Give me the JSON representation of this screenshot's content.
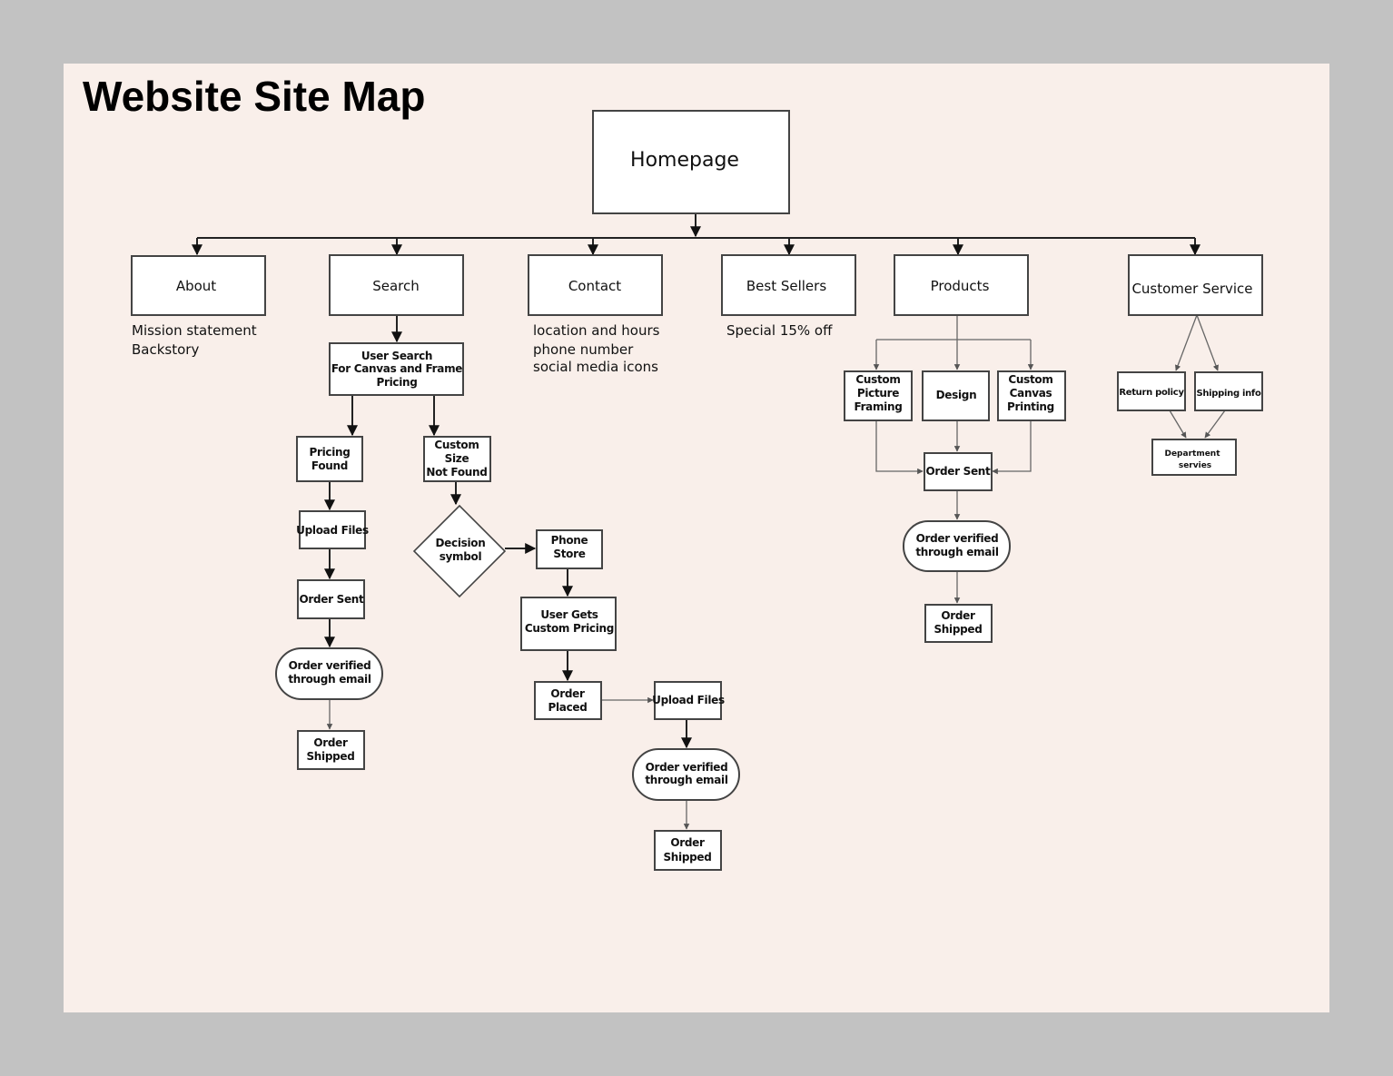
{
  "title": "Website Site Map",
  "homepage": "Homepage",
  "sections": {
    "about": {
      "label": "About",
      "notes": [
        "Mission statement",
        "Backstory"
      ]
    },
    "search": {
      "label": "Search"
    },
    "contact": {
      "label": "Contact",
      "notes": [
        "location and hours",
        "phone number",
        "social media icons"
      ]
    },
    "best_sellers": {
      "label": "Best Sellers",
      "notes": [
        "Special 15% off"
      ]
    },
    "products": {
      "label": "Products"
    },
    "customer_service": {
      "label": "Customer Service"
    }
  },
  "search_flow": {
    "user_search": [
      "User Search",
      "For Canvas and Frame",
      "Pricing"
    ],
    "pricing_found": [
      "Pricing",
      "Found"
    ],
    "upload_files": "Upload Files",
    "order_sent": "Order Sent",
    "order_verified": [
      "Order verified",
      "through email"
    ],
    "order_shipped": [
      "Order",
      "Shipped"
    ],
    "custom_size": [
      "Custom",
      "Size",
      "Not Found"
    ],
    "decision": [
      "Decision",
      "symbol"
    ],
    "phone_store": [
      "Phone",
      "Store"
    ],
    "user_gets_pricing": [
      "User Gets",
      "Custom Pricing"
    ],
    "order_placed": [
      "Order",
      "Placed"
    ],
    "upload_files_2": "Upload Files",
    "order_verified_2": [
      "Order verified",
      "through email"
    ],
    "order_shipped_2": [
      "Order",
      "Shipped"
    ]
  },
  "products_flow": {
    "custom_framing": [
      "Custom",
      "Picture",
      "Framing"
    ],
    "design": "Design",
    "custom_canvas": [
      "Custom",
      "Canvas",
      "Printing"
    ],
    "order_sent": "Order Sent",
    "order_verified": [
      "Order verified",
      "through email"
    ],
    "order_shipped": [
      "Order",
      "Shipped"
    ]
  },
  "customer_service_flow": {
    "return_policy": "Return policy",
    "shipping_info": "Shipping info",
    "department": [
      "Department",
      "servies"
    ]
  }
}
